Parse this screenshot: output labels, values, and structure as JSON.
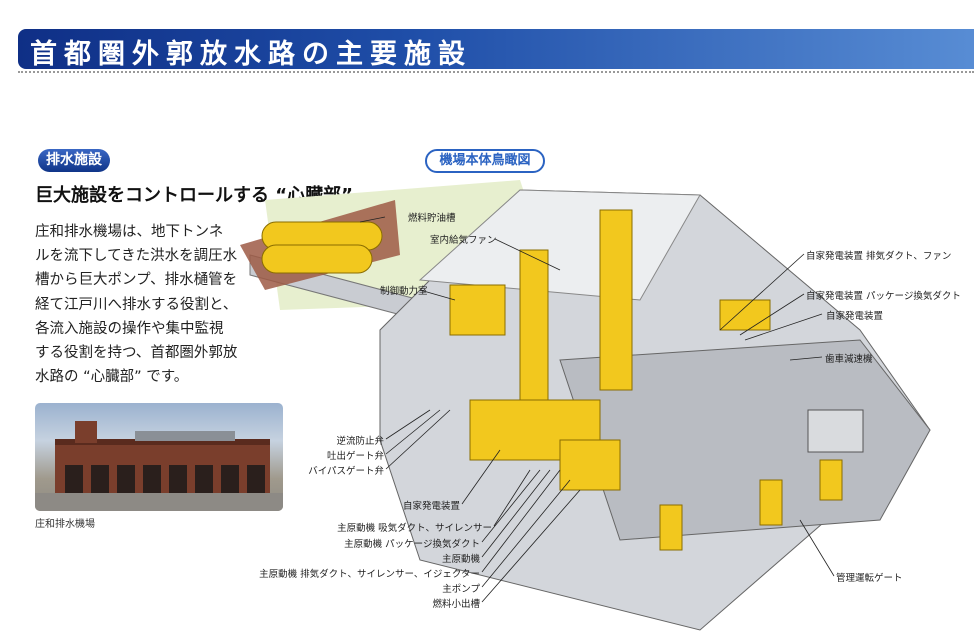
{
  "title": "首都圏外郭放水路の主要施設",
  "section_badge": "排水施設",
  "headline": "巨大施設をコントロールする “心臓部”",
  "body_lines": [
    "庄和排水機場は、地下トンネ",
    "ルを流下してきた洪水を調圧水",
    "槽から巨大ポンプ、排水樋管を",
    "経て江戸川へ排水する役割と、",
    "各流入施設の操作や集中監視",
    "する役割を持つ、首都圏外郭放",
    "水路の “心臓部” です。"
  ],
  "photo_caption": "庄和排水機場",
  "diagram_badge": "機場本体鳥瞰図",
  "labels": {
    "fuel_tank": "燃料貯油槽",
    "intake_fan": "室内給気ファン",
    "control_room": "制御動力室",
    "gen_exhaust": "自家発電装置 排気ダクト、ファン",
    "gen_vent": "自家発電装置 パッケージ換気ダクト",
    "gen_right": "自家発電装置",
    "gear": "歯車減速機",
    "check_valve": "逆流防止弁",
    "discharge_gate": "吐出ゲート弁",
    "bypass_gate": "バイパスゲート弁",
    "gen_left": "自家発電装置",
    "engine_intake": "主原動機 吸気ダクト、サイレンサー",
    "engine_vent": "主原動機 パッケージ換気ダクト",
    "engine": "主原動機",
    "engine_exhaust": "主原動機 排気ダクト、サイレンサー、イジェクター",
    "main_pump": "主ポンプ",
    "fuel_small": "燃料小出槽",
    "mgmt_gate": "管理運転ゲート"
  },
  "colors": {
    "title_blue": "#1f4ea8",
    "equipment_yellow": "#f2c81e",
    "concrete": "#c9ccd2"
  }
}
